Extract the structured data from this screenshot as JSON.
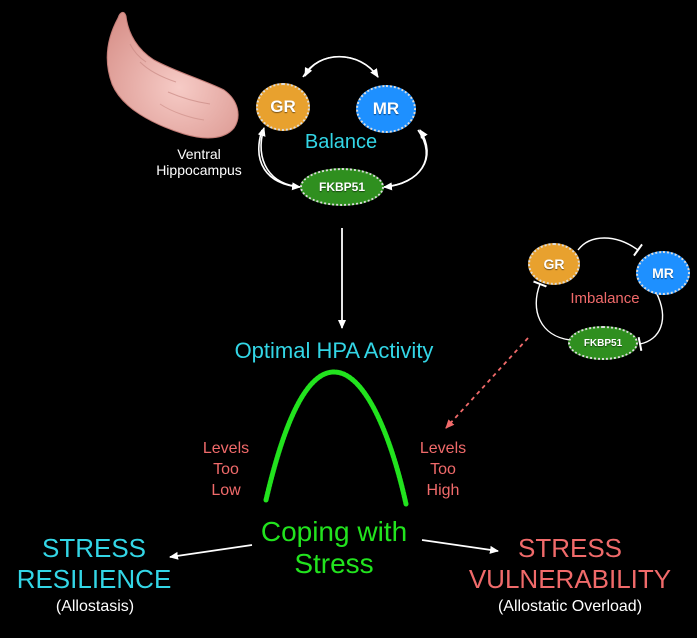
{
  "colors": {
    "gr": "#e8a12e",
    "mr": "#1e90ff",
    "fkbp51": "#2f8f1f",
    "cyan": "#33d6e6",
    "salmon": "#f06a6a",
    "curve": "#22e31e",
    "tissue": "#f1b9b4"
  },
  "top": {
    "gr": "GR",
    "mr": "MR",
    "fkbp": "FKBP51",
    "balance": "Balance",
    "region_line1": "Ventral",
    "region_line2": "Hippocampus"
  },
  "right": {
    "gr": "GR",
    "mr": "MR",
    "fkbp": "FKBP51",
    "imbalance": "Imbalance"
  },
  "center": {
    "optimal": "Optimal HPA Activity",
    "low": [
      "Levels",
      "Too",
      "Low"
    ],
    "high": [
      "Levels",
      "Too",
      "High"
    ],
    "coping_line1": "Coping with",
    "coping_line2": "Stress"
  },
  "outcomes": {
    "resilience_line1": "STRESS",
    "resilience_line2": "RESILIENCE",
    "resilience_sub": "(Allostasis)",
    "vulnerability_line1": "STRESS",
    "vulnerability_line2": "VULNERABILITY",
    "vulnerability_sub": "(Allostatic Overload)"
  }
}
